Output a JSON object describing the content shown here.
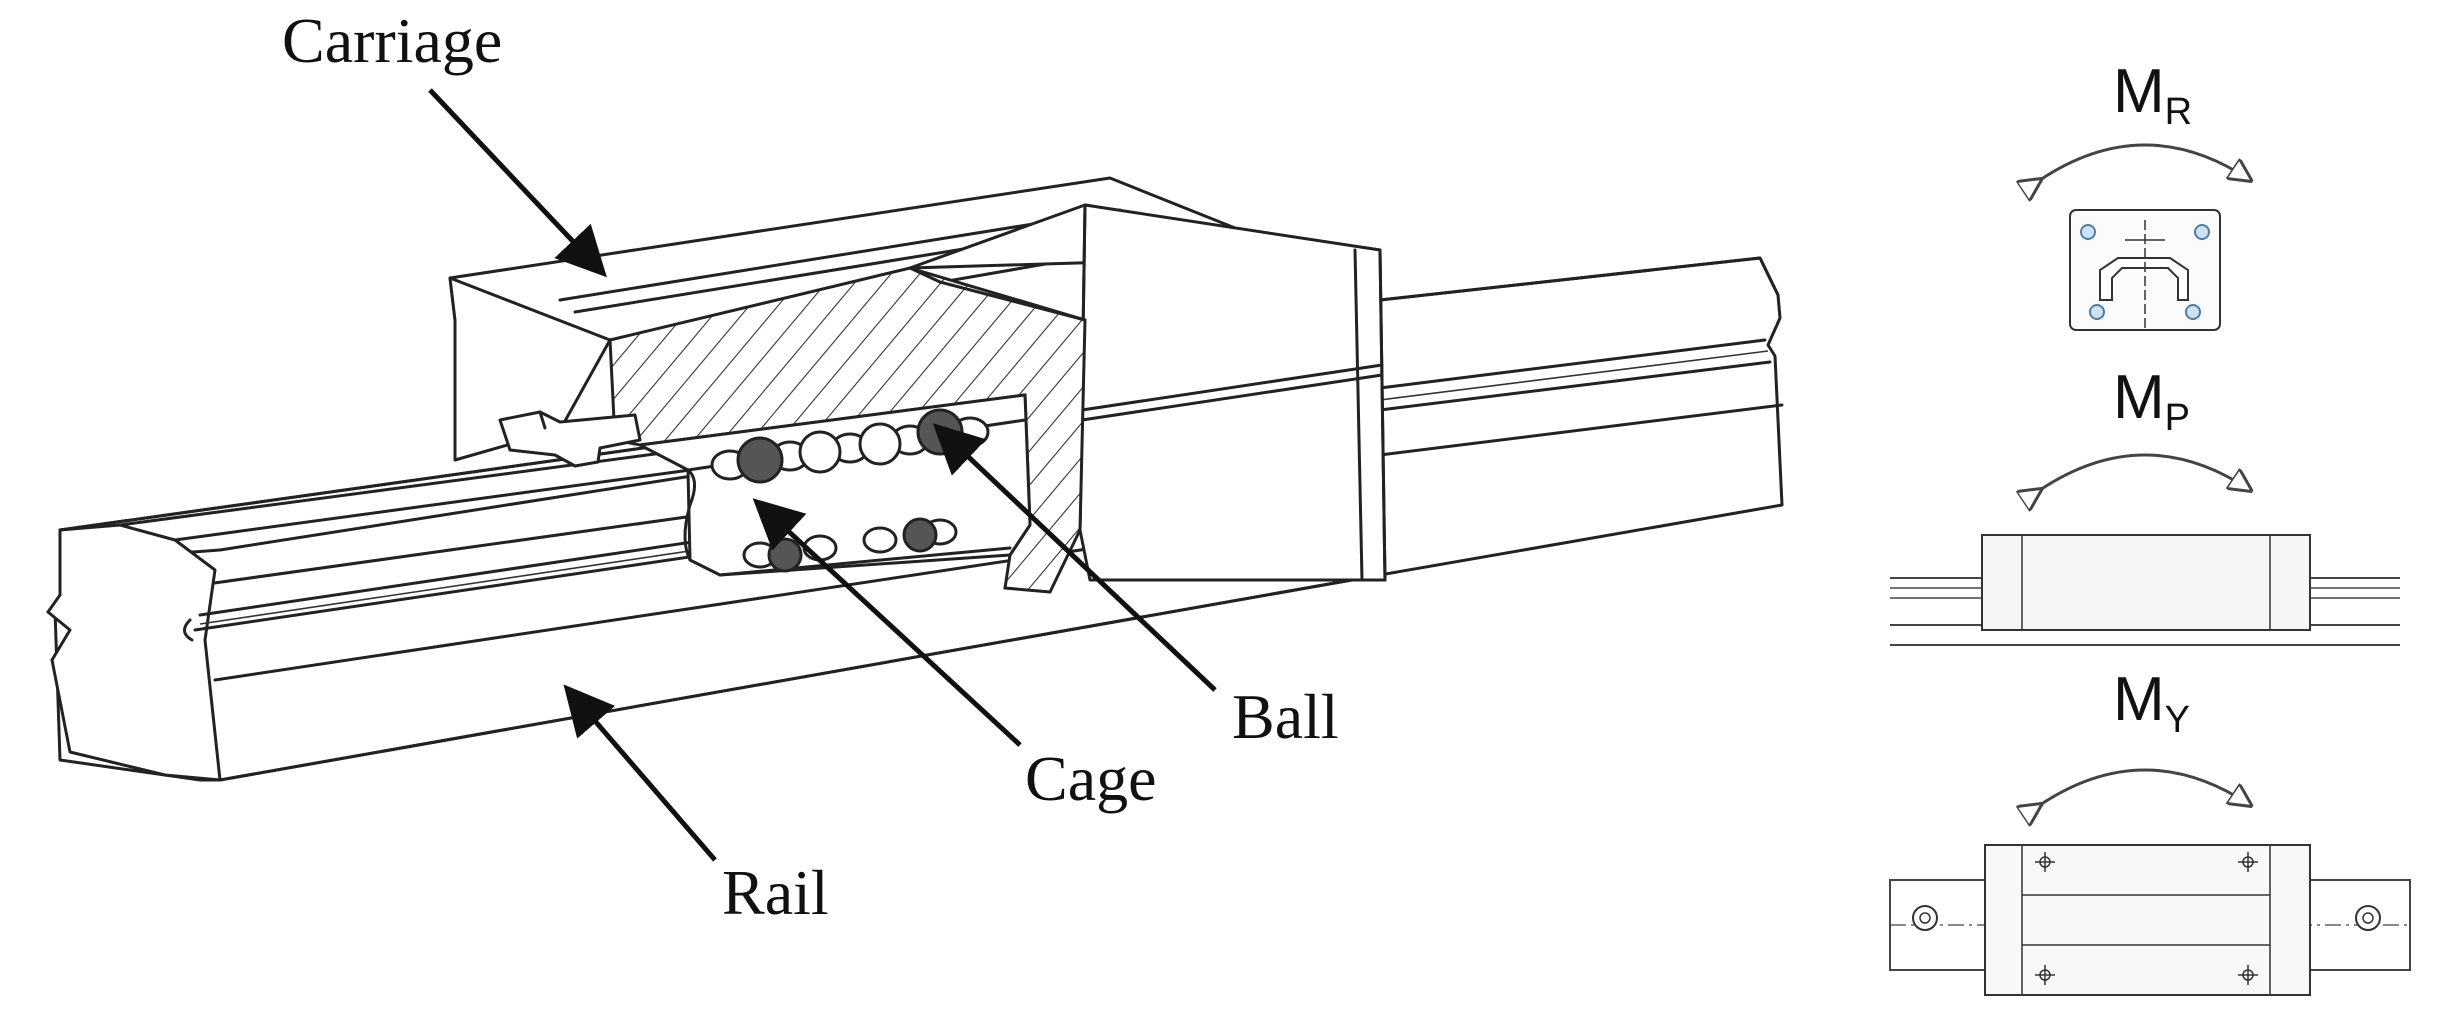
{
  "labels": {
    "carriage": "Carriage",
    "rail": "Rail",
    "cage": "Cage",
    "ball": "Ball"
  },
  "moments": {
    "roll": {
      "main": "M",
      "sub": "R"
    },
    "pitch": {
      "main": "M",
      "sub": "P"
    },
    "yaw": {
      "main": "M",
      "sub": "Y"
    }
  },
  "colors": {
    "line": "#222222",
    "background": "#ffffff",
    "ball_fill": "#555555",
    "screw_accent": "#4a7fa6"
  }
}
